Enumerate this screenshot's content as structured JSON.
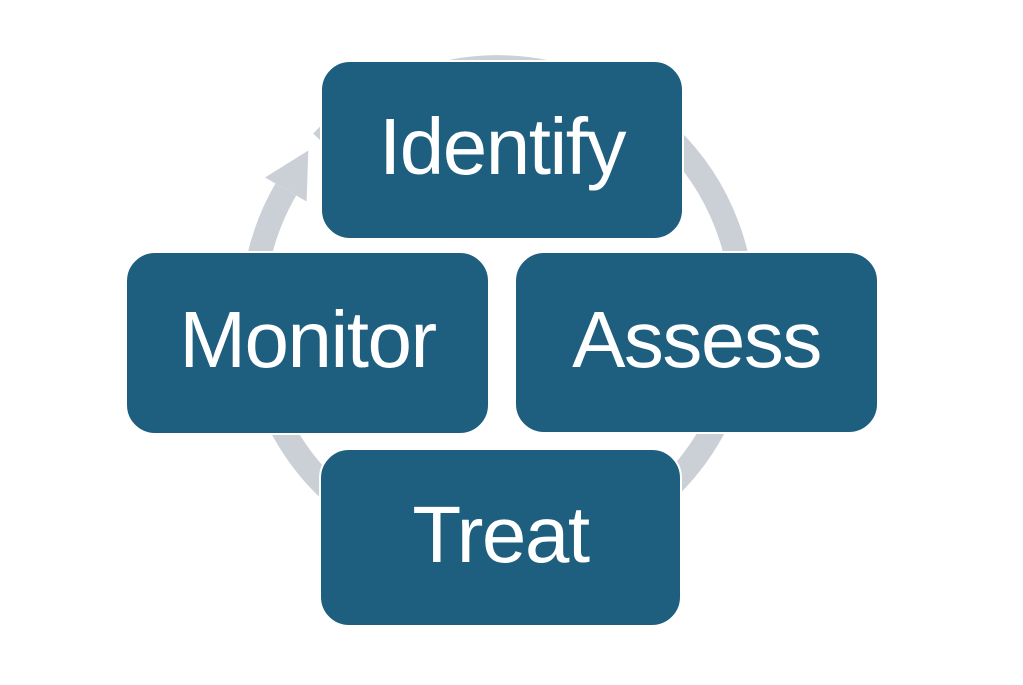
{
  "diagram": {
    "type": "cycle",
    "direction": "clockwise",
    "steps": [
      {
        "id": "identify",
        "label": "Identify",
        "position": "top"
      },
      {
        "id": "assess",
        "label": "Assess",
        "position": "right"
      },
      {
        "id": "treat",
        "label": "Treat",
        "position": "bottom"
      },
      {
        "id": "monitor",
        "label": "Monitor",
        "position": "left"
      }
    ],
    "colors": {
      "box_fill": "#1e5e7e",
      "box_text": "#ffffff",
      "arrow": "#cbd0d7",
      "background": "#ffffff"
    }
  }
}
